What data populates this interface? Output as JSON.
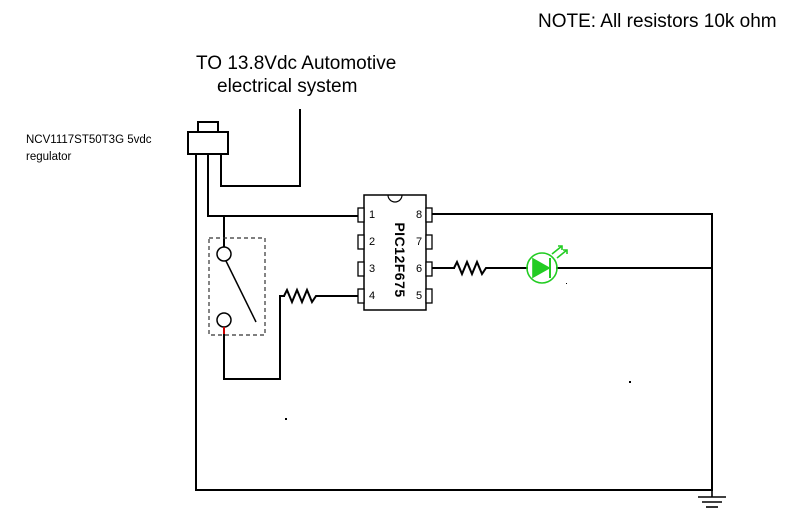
{
  "diagram": {
    "note": "NOTE: All resistors 10k ohm",
    "supply_line1": "TO 13.8Vdc Automotive",
    "supply_line2": "electrical system",
    "regulator_line1": "NCV1117ST50T3G 5vdc",
    "regulator_line2": "regulator",
    "chip_label": "PIC12F675",
    "pins": {
      "p1": "1",
      "p2": "2",
      "p3": "3",
      "p4": "4",
      "p5": "5",
      "p6": "6",
      "p7": "7",
      "p8": "8"
    },
    "colors": {
      "wire": "#000000",
      "led": "#22cc22",
      "switch_contact": "#cc0000",
      "switch_box": "#333333"
    }
  }
}
